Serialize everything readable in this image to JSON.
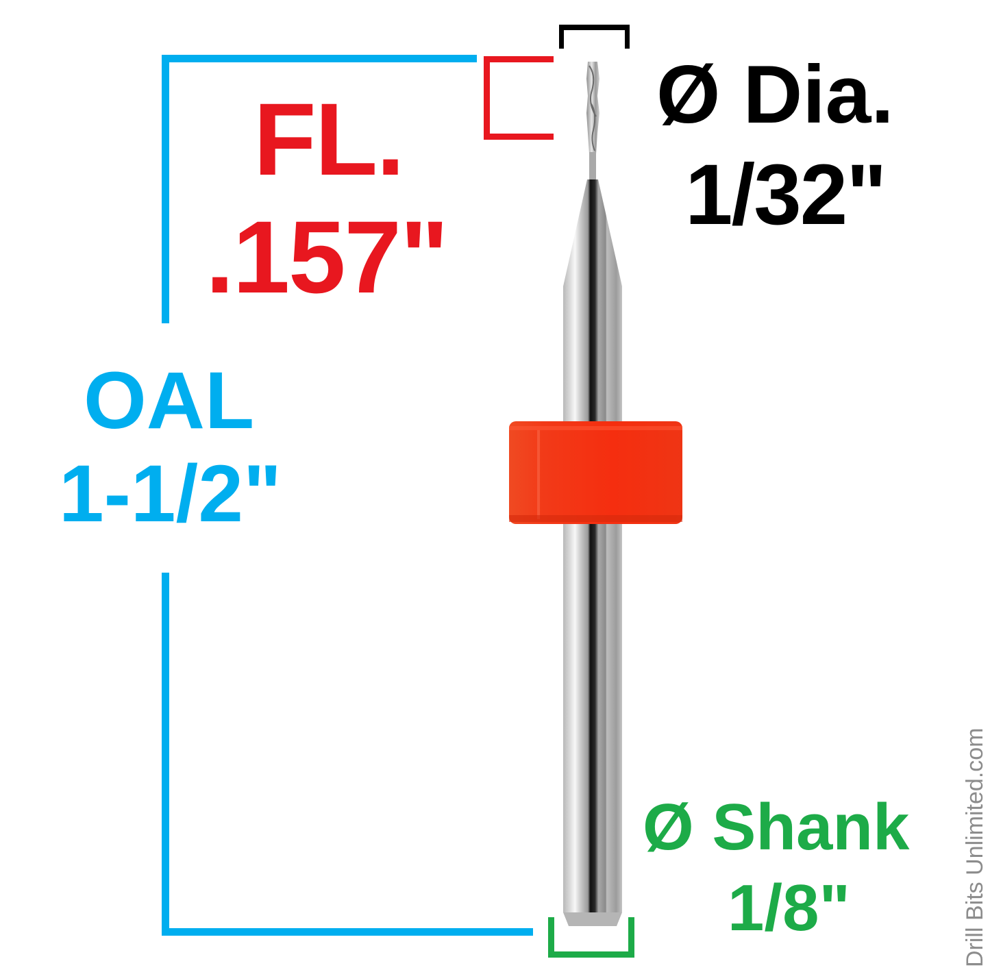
{
  "colors": {
    "flute_length": "#e8171f",
    "diameter": "#000000",
    "overall_length": "#00aeef",
    "shank": "#1dab48",
    "collar": "#f52e0f",
    "watermark": "#8c8c8c"
  },
  "labels": {
    "flute_length": {
      "title": "FL.",
      "value": ".157\""
    },
    "diameter": {
      "title": "Ø Dia.",
      "value": "1/32\""
    },
    "overall_length": {
      "title": "OAL",
      "value": "1-1/2\""
    },
    "shank": {
      "title": "Ø Shank",
      "value": "1/8\""
    }
  },
  "watermark": "Drill Bits Unlimited.com",
  "product": {
    "type": "end mill with depth-setting collar",
    "flute_length_in": 0.157,
    "cutting_diameter": "1/32\"",
    "overall_length": "1-1/2\"",
    "shank_diameter": "1/8\""
  }
}
